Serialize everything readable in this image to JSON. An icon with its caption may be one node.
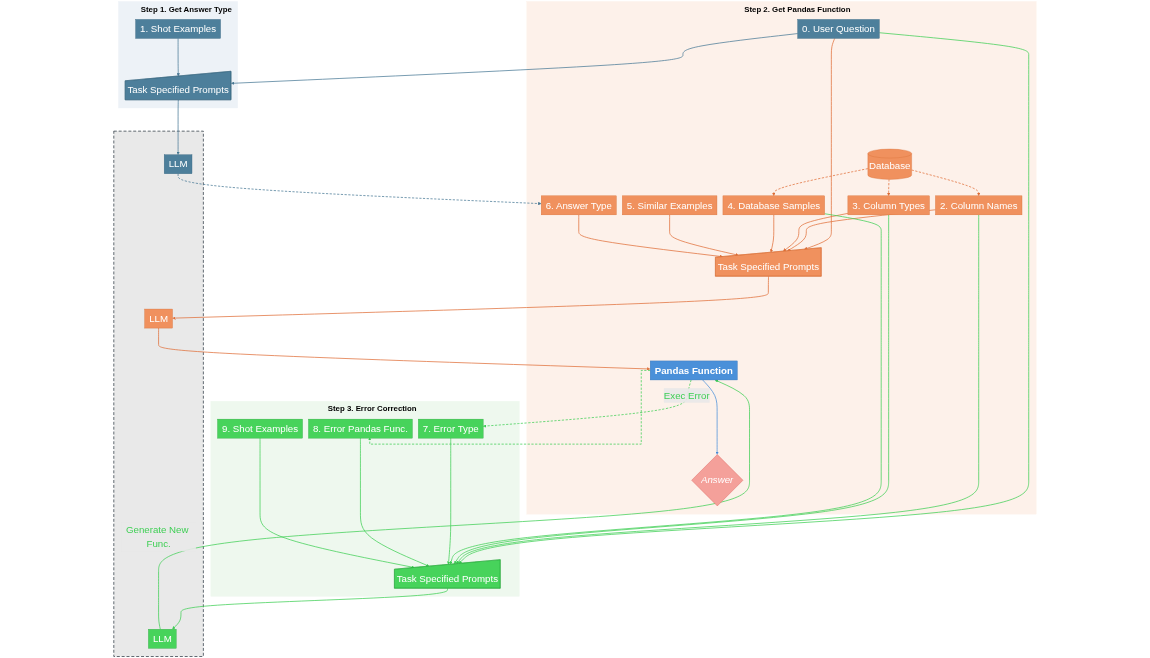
{
  "diagram": {
    "nodes": [
      {
        "text": [
          "Step 1. Get Answer Type"
        ]
      },
      {
        "text": [
          "1. Shot Examples"
        ],
        "in": 0
      },
      {
        "text": [
          "Task Specified Prompts"
        ],
        "in": 0
      },
      {
        "text": [
          "Step 2. Get Pandas Function"
        ]
      },
      {
        "text": [
          "Database"
        ],
        "in": 3
      },
      {
        "text": [
          "0. User Question"
        ],
        "in": 3
      },
      {
        "text": [
          "2. Column Names"
        ],
        "in": 3
      },
      {
        "text": [
          "3. Column Types"
        ],
        "in": 3
      },
      {
        "text": [
          "4. Database Samples"
        ],
        "in": 3
      },
      {
        "text": [
          "5. Similar Examples"
        ],
        "in": 3
      },
      {
        "text": [
          "6. Answer Type"
        ],
        "in": 3
      },
      {
        "text": [
          "Task Specified Prompts"
        ],
        "in": 3
      },
      {
        "text": [
          "Pandas Function"
        ],
        "in": 3
      },
      {
        "text": [
          "Answer"
        ],
        "in": 3
      },
      {
        "text": [
          "Step 3. Error Correction"
        ]
      },
      {
        "text": [
          "7. Error Type"
        ],
        "in": 14
      },
      {
        "text": [
          "8. Error Pandas Func."
        ],
        "in": 14
      },
      {
        "text": [
          "9. Shot Examples"
        ],
        "in": 14
      },
      {
        "text": [
          "Task Specified Prompts"
        ],
        "in": 14
      },
      {
        "text": [],
        "shape": "box"
      },
      {
        "text": [
          "LLM"
        ],
        "in": 19
      },
      {
        "text": [
          "LLM"
        ],
        "in": 19
      },
      {
        "text": [
          "LLM"
        ],
        "in": 19
      }
    ],
    "edges": [
      {
        "from": 5,
        "to": 2,
        "arrow": "to",
        "color": "#4a7a96"
      },
      {
        "from": 1,
        "to": 2,
        "arrow": "to",
        "color": "#4a7a96"
      },
      {
        "from": 2,
        "to": 20,
        "arrow": "to",
        "color": "#4a7a96"
      },
      {
        "from": 20,
        "to": 10,
        "arrow": "to",
        "style": "dashed",
        "color": "#4a7a96"
      },
      {
        "from": 4,
        "to": 6,
        "arrow": "to",
        "style": "dashed",
        "color": "#e0703a"
      },
      {
        "from": 4,
        "to": 7,
        "arrow": "to",
        "style": "dashed",
        "color": "#e0703a"
      },
      {
        "from": 4,
        "to": 8,
        "arrow": "to",
        "style": "dashed",
        "color": "#e0703a"
      },
      {
        "from": 5,
        "to": 11,
        "arrow": "to",
        "color": "#e0703a"
      },
      {
        "from": 6,
        "to": 11,
        "arrow": "to",
        "color": "#e0703a"
      },
      {
        "from": 7,
        "to": 11,
        "arrow": "to",
        "color": "#e0703a"
      },
      {
        "from": 8,
        "to": 11,
        "arrow": "to",
        "color": "#e0703a"
      },
      {
        "from": 9,
        "to": 11,
        "arrow": "to",
        "color": "#e0703a"
      },
      {
        "from": 10,
        "to": 11,
        "arrow": "to",
        "color": "#e0703a"
      },
      {
        "from": 11,
        "to": 21,
        "arrow": "to",
        "color": "#e0703a"
      },
      {
        "from": 21,
        "to": 12,
        "arrow": "to",
        "color": "#e0703a"
      },
      {
        "from": 12,
        "to": 13,
        "arrow": "to",
        "color": "#4a90d9"
      },
      {
        "from": 5,
        "to": 18,
        "arrow": "to",
        "color": "#3fcf55"
      },
      {
        "from": 6,
        "to": 18,
        "arrow": "to",
        "color": "#3fcf55"
      },
      {
        "from": 7,
        "to": 18,
        "arrow": "to",
        "color": "#3fcf55"
      },
      {
        "from": 8,
        "to": 18,
        "arrow": "to",
        "color": "#3fcf55"
      },
      {
        "from": 15,
        "to": 18,
        "arrow": "to",
        "color": "#3fcf55"
      },
      {
        "from": 16,
        "to": 18,
        "arrow": "to",
        "color": "#3fcf55"
      },
      {
        "from": 17,
        "to": 18,
        "arrow": "to",
        "color": "#3fcf55"
      },
      {
        "from": 18,
        "to": 22,
        "arrow": "to",
        "color": "#3fcf55"
      },
      {
        "from": 22,
        "to": 12,
        "arrow": "to",
        "label": "Generate New Func.",
        "color": "#3fcf55"
      },
      {
        "from": 12,
        "to": 15,
        "arrow": "to",
        "label": "Exec Error",
        "style": "dashed",
        "color": "#3fcf55"
      },
      {
        "from": 12,
        "to": 16,
        "arrow": "to",
        "style": "dashed",
        "color": "#3fcf55"
      }
    ]
  }
}
